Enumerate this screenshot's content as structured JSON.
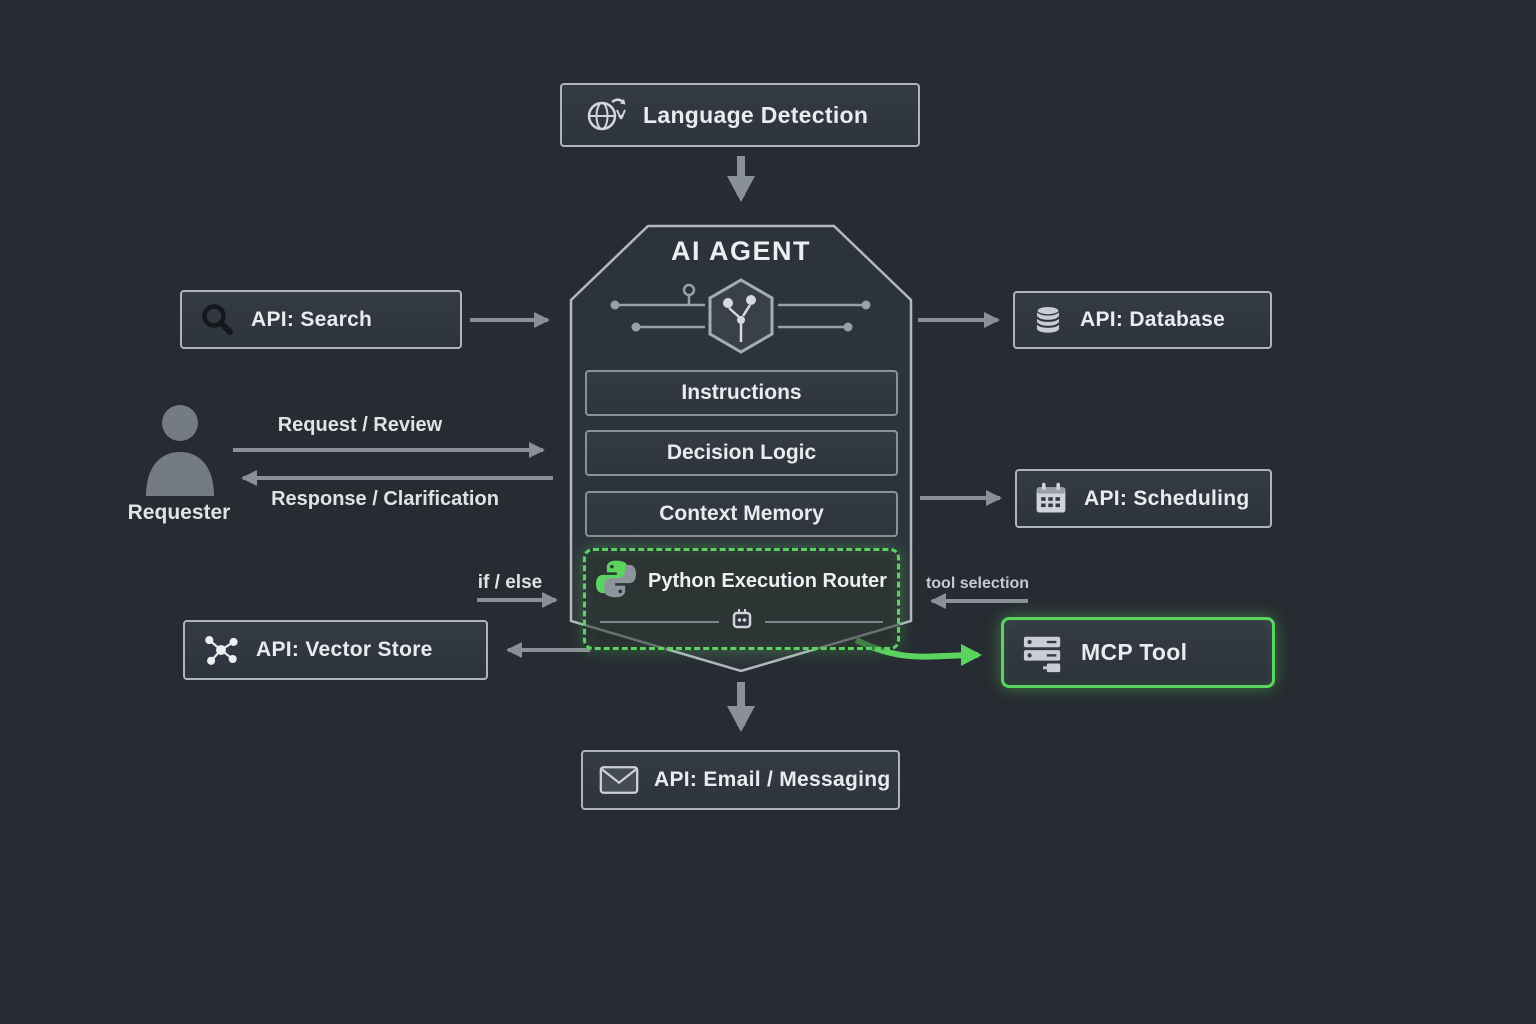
{
  "agent": {
    "title": "AI AGENT",
    "components": [
      "Instructions",
      "Decision Logic",
      "Context Memory"
    ],
    "router_label": "Python Execution Router"
  },
  "nodes": {
    "language_detection": "Language Detection",
    "api_search": "API: Search",
    "api_database": "API: Database",
    "api_scheduling": "API: Scheduling",
    "api_vector_store": "API: Vector Store",
    "api_email": "API: Email / Messaging",
    "mcp_tool": "MCP Tool",
    "requester": "Requester"
  },
  "edge_labels": {
    "request": "Request / Review",
    "response": "Response / Clarification",
    "if_else": "if / else",
    "tool_selection": "tool selection"
  },
  "icons": [
    "globe-translate-icon",
    "search-icon",
    "database-icon",
    "calendar-icon",
    "vector-network-icon",
    "server-icon",
    "envelope-icon",
    "python-icon",
    "person-icon",
    "chip-icon",
    "circuit-brain-icon"
  ],
  "colors": {
    "background": "#272b32",
    "box_fill": "#31373f",
    "box_border": "#aeb4bb",
    "arrow_gray": "#8a9098",
    "accent_green": "#5bd45f",
    "text": "#e8eaed"
  }
}
